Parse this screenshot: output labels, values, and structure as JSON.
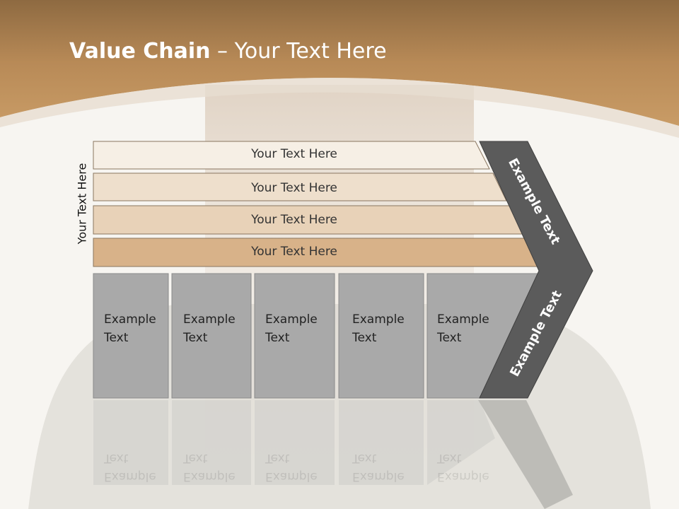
{
  "title": {
    "bold": "Value Chain",
    "rest": " – Your Text Here"
  },
  "side_label": "Your Text Here",
  "rows": [
    "Your Text Here",
    "Your Text Here",
    "Your Text Here",
    "Your Text Here"
  ],
  "boxes": [
    {
      "line1": "Example",
      "line2": "Text"
    },
    {
      "line1": "Example",
      "line2": "Text"
    },
    {
      "line1": "Example",
      "line2": "Text"
    },
    {
      "line1": "Example",
      "line2": "Text"
    },
    {
      "line1": "Example",
      "line2": "Text"
    }
  ],
  "chevron": {
    "upper": "Example Text",
    "lower": "Example Text"
  },
  "colors": {
    "header": "#b88a57",
    "row1": "#f6efe5",
    "row2": "#eedfcc",
    "row3": "#e8d2b8",
    "row4": "#d8b289",
    "box": "#a9a9a9",
    "chevron": "#5b5b5b"
  }
}
